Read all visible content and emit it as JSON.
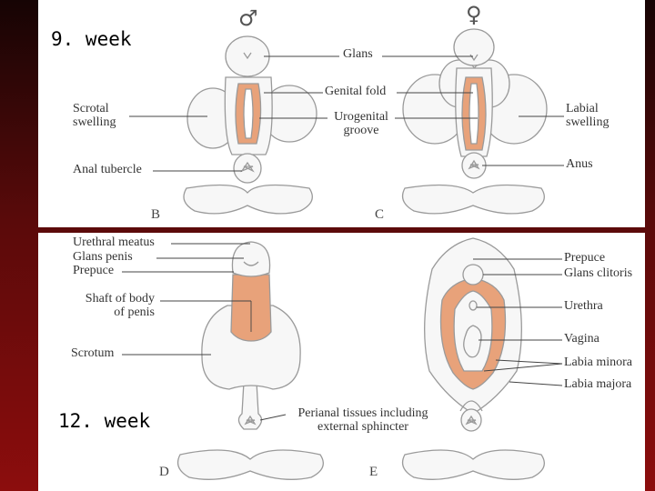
{
  "captions": {
    "week9": "9. week",
    "week12": "12. week"
  },
  "symbols": {
    "male": "♂",
    "female": "♀"
  },
  "panels": {
    "B": "B",
    "C": "C",
    "D": "D",
    "E": "E"
  },
  "labels": {
    "glans": "Glans",
    "genital_fold": "Genital fold",
    "urogenital_groove": "Urogenital\ngroove",
    "scrotal_swelling": "Scrotal\nswelling",
    "labial_swelling": "Labial\nswelling",
    "anal_tubercle": "Anal tubercle",
    "anus": "Anus",
    "urethral_meatus": "Urethral meatus",
    "glans_penis": "Glans penis",
    "prepuce_male": "Prepuce",
    "shaft": "Shaft of body\nof penis",
    "scrotum": "Scrotum",
    "perianal": "Perianal tissues including\nexternal sphincter",
    "prepuce_female": "Prepuce",
    "glans_clitoris": "Glans clitoris",
    "urethra": "Urethra",
    "vagina": "Vagina",
    "labia_minora": "Labia minora",
    "labia_majora": "Labia majora"
  },
  "colors": {
    "tissue": "#e8a27a",
    "outline": "#9a9a9a",
    "background_dark": "#160404",
    "background_red": "#8c0d0d"
  }
}
